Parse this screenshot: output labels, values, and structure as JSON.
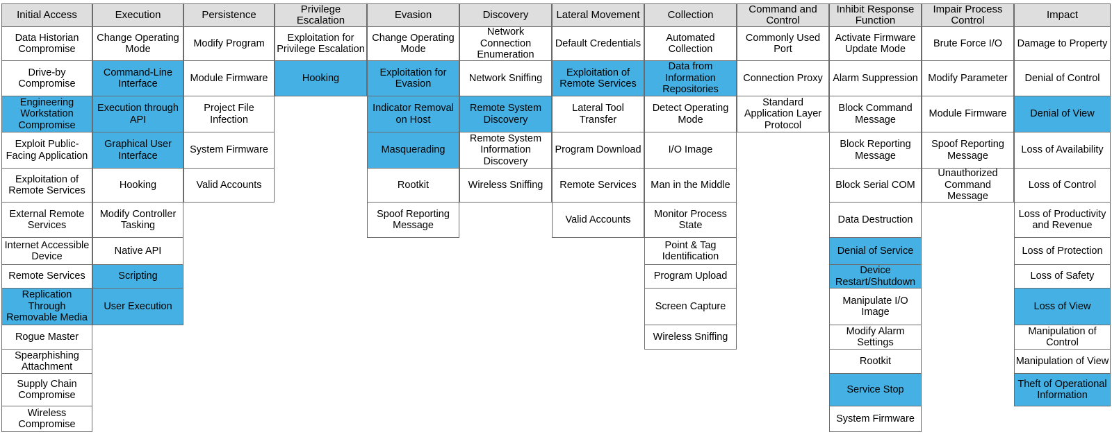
{
  "colors": {
    "highlight": "#45b0e3",
    "header": "#dedede",
    "cell": "#ffffff",
    "border": "#6b6b6b"
  },
  "tactics": [
    {
      "name": "Initial Access",
      "techniques": [
        {
          "label": "Data Historian Compromise",
          "highlighted": false
        },
        {
          "label": "Drive-by Compromise",
          "highlighted": false
        },
        {
          "label": "Engineering Workstation Compromise",
          "highlighted": true
        },
        {
          "label": "Exploit Public-Facing Application",
          "highlighted": false
        },
        {
          "label": "Exploitation of Remote Services",
          "highlighted": false
        },
        {
          "label": "External Remote Services",
          "highlighted": false
        },
        {
          "label": "Internet Accessible Device",
          "highlighted": false
        },
        {
          "label": "Remote Services",
          "highlighted": false
        },
        {
          "label": "Replication Through Removable Media",
          "highlighted": true
        },
        {
          "label": "Rogue Master",
          "highlighted": false
        },
        {
          "label": "Spearphishing Attachment",
          "highlighted": false
        },
        {
          "label": "Supply Chain Compromise",
          "highlighted": false
        },
        {
          "label": "Wireless Compromise",
          "highlighted": false
        }
      ]
    },
    {
      "name": "Execution",
      "techniques": [
        {
          "label": "Change Operating Mode",
          "highlighted": false
        },
        {
          "label": "Command-Line Interface",
          "highlighted": true
        },
        {
          "label": "Execution through API",
          "highlighted": true
        },
        {
          "label": "Graphical User Interface",
          "highlighted": true
        },
        {
          "label": "Hooking",
          "highlighted": false
        },
        {
          "label": "Modify Controller Tasking",
          "highlighted": false
        },
        {
          "label": "Native API",
          "highlighted": false
        },
        {
          "label": "Scripting",
          "highlighted": true
        },
        {
          "label": "User Execution",
          "highlighted": true
        }
      ]
    },
    {
      "name": "Persistence",
      "techniques": [
        {
          "label": "Modify Program",
          "highlighted": false
        },
        {
          "label": "Module Firmware",
          "highlighted": false
        },
        {
          "label": "Project File Infection",
          "highlighted": false
        },
        {
          "label": "System Firmware",
          "highlighted": false
        },
        {
          "label": "Valid Accounts",
          "highlighted": false
        }
      ]
    },
    {
      "name": "Privilege Escalation",
      "techniques": [
        {
          "label": "Exploitation for Privilege Escalation",
          "highlighted": false
        },
        {
          "label": "Hooking",
          "highlighted": true
        }
      ]
    },
    {
      "name": "Evasion",
      "techniques": [
        {
          "label": "Change Operating Mode",
          "highlighted": false
        },
        {
          "label": "Exploitation for Evasion",
          "highlighted": true
        },
        {
          "label": "Indicator Removal on Host",
          "highlighted": true
        },
        {
          "label": "Masquerading",
          "highlighted": true
        },
        {
          "label": "Rootkit",
          "highlighted": false
        },
        {
          "label": "Spoof Reporting Message",
          "highlighted": false
        }
      ]
    },
    {
      "name": "Discovery",
      "techniques": [
        {
          "label": "Network Connection Enumeration",
          "highlighted": false
        },
        {
          "label": "Network Sniffing",
          "highlighted": false
        },
        {
          "label": "Remote System Discovery",
          "highlighted": true
        },
        {
          "label": "Remote System Information Discovery",
          "highlighted": false
        },
        {
          "label": "Wireless Sniffing",
          "highlighted": false
        }
      ]
    },
    {
      "name": "Lateral Movement",
      "techniques": [
        {
          "label": "Default Credentials",
          "highlighted": false
        },
        {
          "label": "Exploitation of Remote Services",
          "highlighted": true
        },
        {
          "label": "Lateral Tool Transfer",
          "highlighted": false
        },
        {
          "label": "Program Download",
          "highlighted": false
        },
        {
          "label": "Remote Services",
          "highlighted": false
        },
        {
          "label": "Valid Accounts",
          "highlighted": false
        }
      ]
    },
    {
      "name": "Collection",
      "techniques": [
        {
          "label": "Automated Collection",
          "highlighted": false
        },
        {
          "label": "Data from Information Repositories",
          "highlighted": true
        },
        {
          "label": "Detect Operating Mode",
          "highlighted": false
        },
        {
          "label": "I/O Image",
          "highlighted": false
        },
        {
          "label": "Man in the Middle",
          "highlighted": false
        },
        {
          "label": "Monitor Process State",
          "highlighted": false
        },
        {
          "label": "Point & Tag Identification",
          "highlighted": false
        },
        {
          "label": "Program Upload",
          "highlighted": false
        },
        {
          "label": "Screen Capture",
          "highlighted": false
        },
        {
          "label": "Wireless Sniffing",
          "highlighted": false
        }
      ]
    },
    {
      "name": "Command and Control",
      "techniques": [
        {
          "label": "Commonly Used Port",
          "highlighted": false
        },
        {
          "label": "Connection Proxy",
          "highlighted": false
        },
        {
          "label": "Standard Application Layer Protocol",
          "highlighted": false
        }
      ]
    },
    {
      "name": "Inhibit Response Function",
      "techniques": [
        {
          "label": "Activate Firmware Update Mode",
          "highlighted": false
        },
        {
          "label": "Alarm Suppression",
          "highlighted": false
        },
        {
          "label": "Block Command Message",
          "highlighted": false
        },
        {
          "label": "Block Reporting Message",
          "highlighted": false
        },
        {
          "label": "Block Serial COM",
          "highlighted": false
        },
        {
          "label": "Data Destruction",
          "highlighted": false
        },
        {
          "label": "Denial of Service",
          "highlighted": true
        },
        {
          "label": "Device Restart/Shutdown",
          "highlighted": true
        },
        {
          "label": "Manipulate I/O Image",
          "highlighted": false
        },
        {
          "label": "Modify Alarm Settings",
          "highlighted": false
        },
        {
          "label": "Rootkit",
          "highlighted": false
        },
        {
          "label": "Service Stop",
          "highlighted": true
        },
        {
          "label": "System Firmware",
          "highlighted": false
        }
      ]
    },
    {
      "name": "Impair Process Control",
      "techniques": [
        {
          "label": "Brute Force I/O",
          "highlighted": false
        },
        {
          "label": "Modify Parameter",
          "highlighted": false
        },
        {
          "label": "Module Firmware",
          "highlighted": false
        },
        {
          "label": "Spoof Reporting Message",
          "highlighted": false
        },
        {
          "label": "Unauthorized Command Message",
          "highlighted": false
        }
      ]
    },
    {
      "name": "Impact",
      "techniques": [
        {
          "label": "Damage to Property",
          "highlighted": false
        },
        {
          "label": "Denial of Control",
          "highlighted": false
        },
        {
          "label": "Denial of View",
          "highlighted": true
        },
        {
          "label": "Loss of Availability",
          "highlighted": false
        },
        {
          "label": "Loss of Control",
          "highlighted": false
        },
        {
          "label": "Loss of Productivity and Revenue",
          "highlighted": false
        },
        {
          "label": "Loss of Protection",
          "highlighted": false
        },
        {
          "label": "Loss of Safety",
          "highlighted": false
        },
        {
          "label": "Loss of View",
          "highlighted": true
        },
        {
          "label": "Manipulation of Control",
          "highlighted": false
        },
        {
          "label": "Manipulation of View",
          "highlighted": false
        },
        {
          "label": "Theft of Operational Information",
          "highlighted": true
        }
      ]
    }
  ]
}
